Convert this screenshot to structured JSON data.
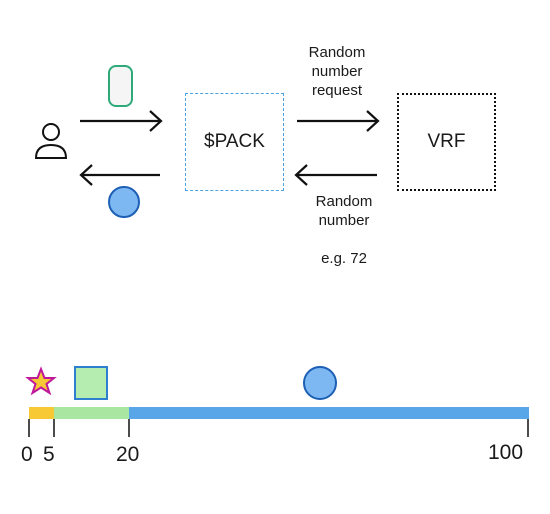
{
  "flow": {
    "contract_label": "$PACK",
    "oracle_label": "VRF",
    "request_label_lines": [
      "Random",
      "number",
      "request"
    ],
    "response_label_lines": [
      "Random",
      "number"
    ],
    "example": "e.g. 72",
    "icons": [
      "user-icon",
      "pack-token-icon",
      "circle-reward-icon"
    ]
  },
  "scale": {
    "ticks": [
      "0",
      "5",
      "20",
      "100"
    ],
    "segments": [
      {
        "from": 0,
        "to": 5,
        "color": "#f7c934"
      },
      {
        "from": 5,
        "to": 20,
        "color": "#a9e6a1"
      },
      {
        "from": 20,
        "to": 100,
        "color": "#58a6e8"
      }
    ],
    "markers": [
      "star",
      "square",
      "circle"
    ],
    "colors": {
      "star_fill": "#f7c934",
      "star_stroke": "#c0189a",
      "square_fill": "#b5edb0",
      "square_stroke": "#2f7fd0",
      "circle_fill": "#7db8f2",
      "circle_stroke": "#1d5fb5"
    }
  }
}
